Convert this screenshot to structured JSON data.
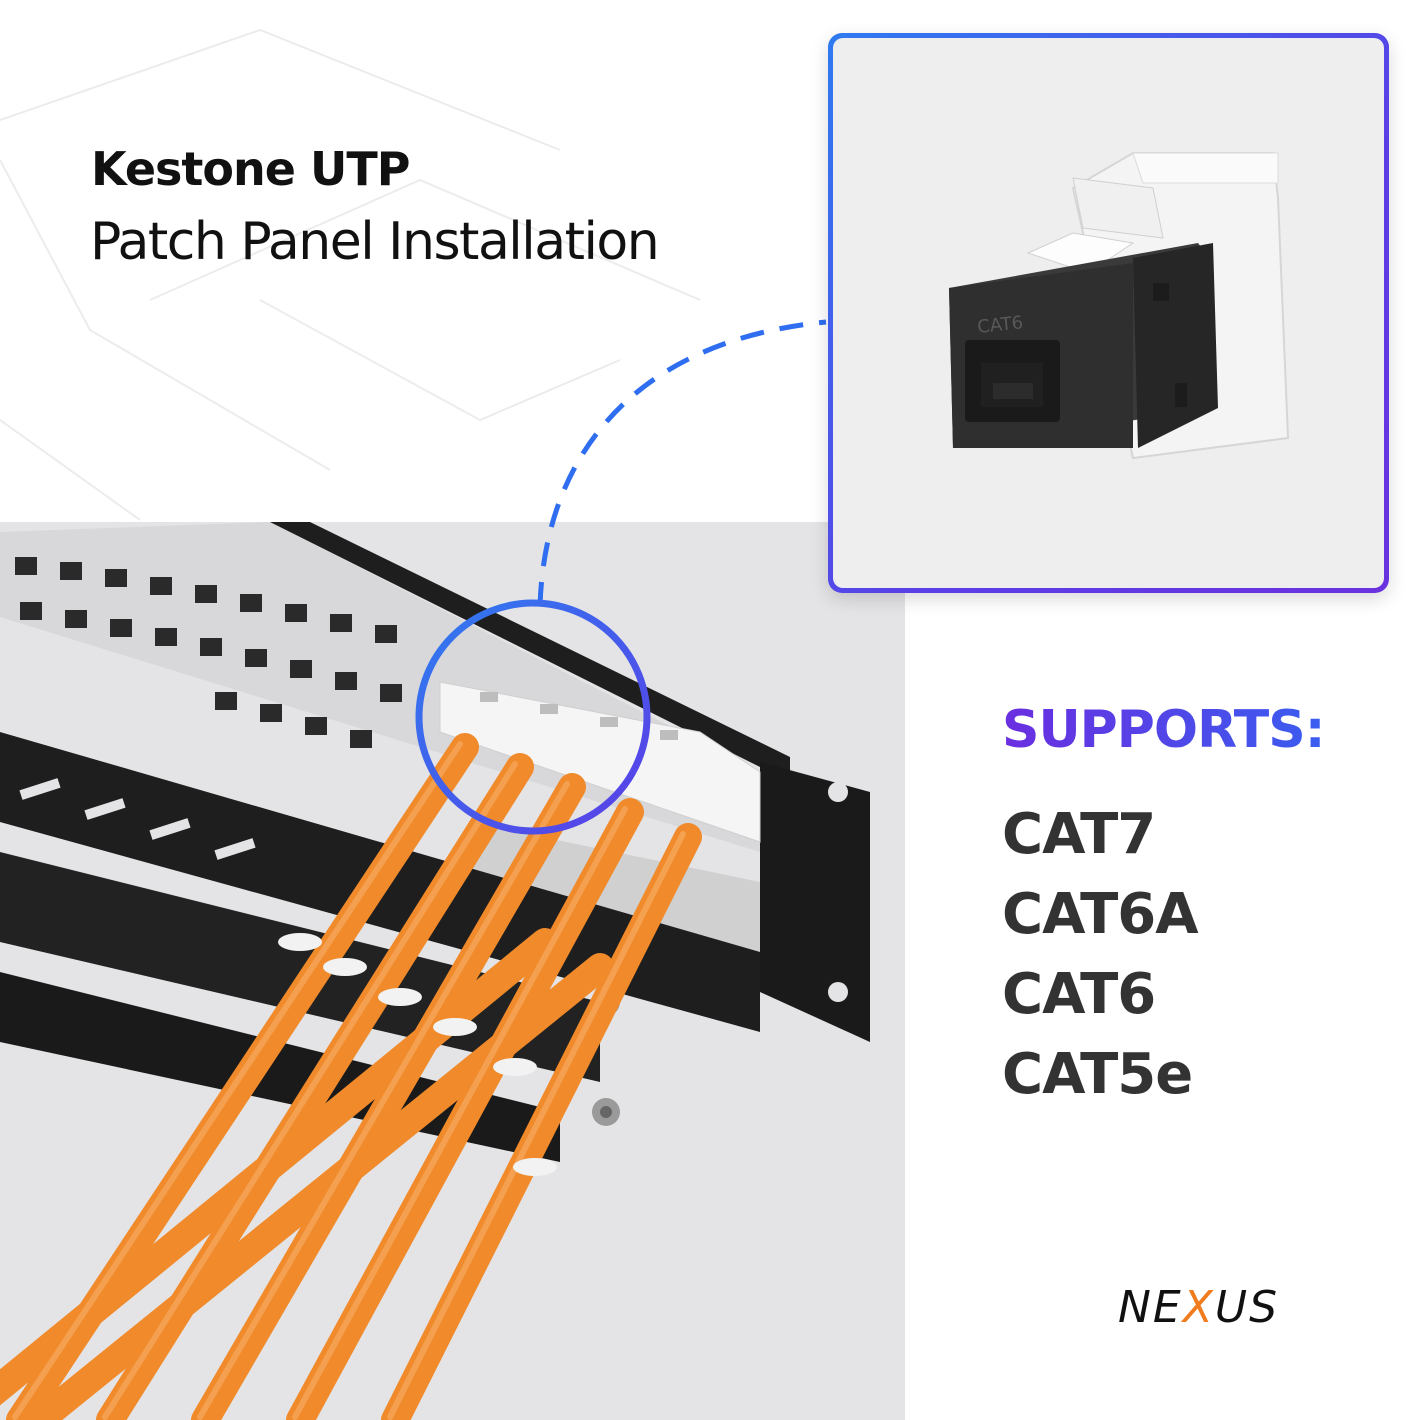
{
  "heading": {
    "line1": "Kestone UTP",
    "line2": "Patch Panel Installation"
  },
  "jack_label": "CAT6",
  "supports": {
    "title": "SUPPORTS:",
    "items": [
      "CAT7",
      "CAT6A",
      "CAT6",
      "CAT5e"
    ]
  },
  "brand": {
    "name": "NEXUS",
    "accent_color": "#f07c1e"
  },
  "colors": {
    "accent_blue": "#2f7bf0",
    "accent_purple": "#6a2ee0",
    "cable_orange": "#f08a2a",
    "panel_black": "#1e1e1e"
  },
  "icons": [
    "keystone-jack-icon",
    "patch-panel-photo",
    "zoom-circle-icon"
  ]
}
